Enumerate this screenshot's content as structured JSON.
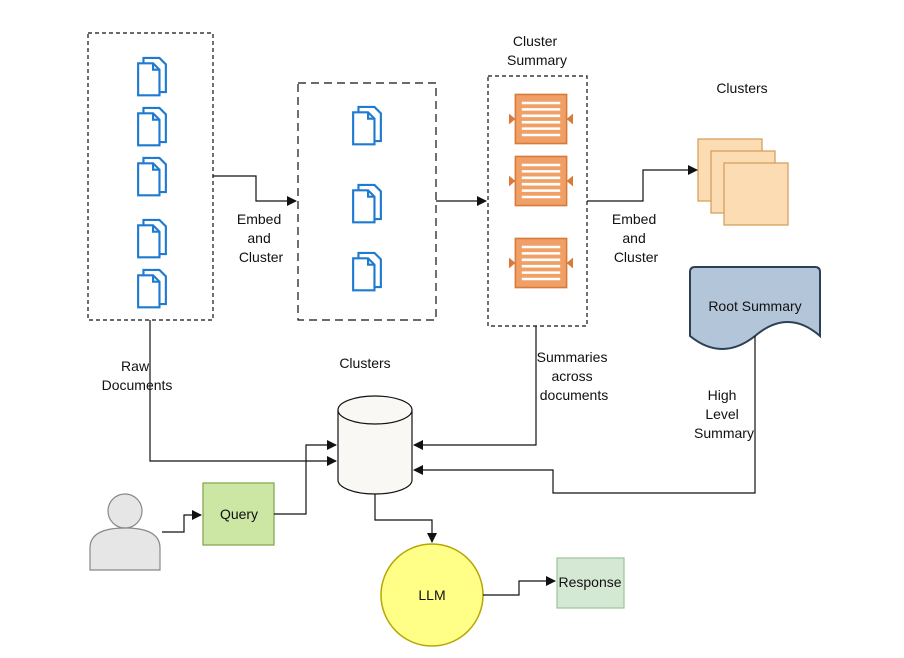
{
  "labels": {
    "embed_cluster_1": [
      "Embed",
      "and",
      "Cluster"
    ],
    "cluster_summary_title": [
      "Cluster",
      "Summary"
    ],
    "clusters_top": "Clusters",
    "embed_cluster_2": [
      "Embed",
      "and",
      "Cluster"
    ],
    "root_summary": "Root Summary",
    "raw_documents": [
      "Raw",
      "Documents"
    ],
    "clusters_db": "Clusters",
    "summaries_across": [
      "Summaries",
      "across",
      "documents"
    ],
    "high_level_summary": [
      "High",
      "Level",
      "Summary"
    ],
    "query": "Query",
    "llm": "LLM",
    "response": "Response"
  },
  "colors": {
    "doc_icon_stroke": "#1f7bd1",
    "summary_fill": "#f0a066",
    "summary_stroke": "#d77a3a",
    "cluster_stack_fill": "#fbdcb3",
    "cluster_stack_stroke": "#d59a54",
    "root_summary_fill": "#b3c6d9",
    "root_summary_stroke": "#2b3f55",
    "query_fill": "#cce6a3",
    "query_stroke": "#7fa34a",
    "llm_fill": "#ffff88",
    "llm_stroke": "#b5a800",
    "response_fill": "#d5e8d4",
    "response_stroke": "#9cc39a",
    "db_fill": "#faf8f4",
    "user_fill": "#e6e6e6"
  }
}
